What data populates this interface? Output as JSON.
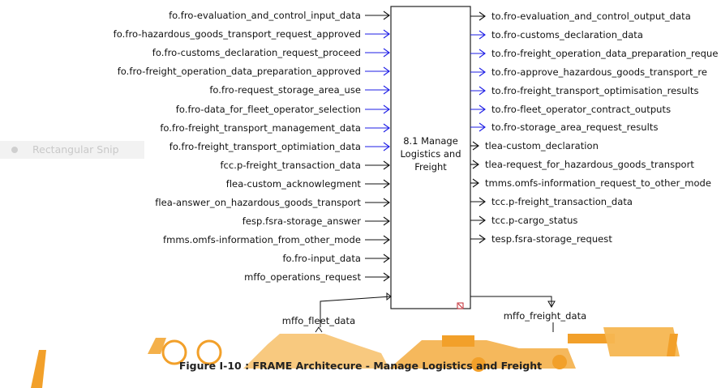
{
  "overlay": {
    "snip_label": "Rectangular Snip"
  },
  "process": {
    "label_lines": [
      "8.1 Manage",
      "Logistics and",
      "Freight"
    ]
  },
  "inputs": [
    {
      "label": "fo.fro-evaluation_and_control_input_data",
      "color": "black"
    },
    {
      "label": "fo.fro-hazardous_goods_transport_request_approved",
      "color": "blue"
    },
    {
      "label": "fo.fro-customs_declaration_request_proceed",
      "color": "blue"
    },
    {
      "label": "fo.fro-freight_operation_data_preparation_approved",
      "color": "blue"
    },
    {
      "label": "fo.fro-request_storage_area_use",
      "color": "blue"
    },
    {
      "label": "fo.fro-data_for_fleet_operator_selection",
      "color": "blue"
    },
    {
      "label": "fo.fro-freight_transport_management_data",
      "color": "blue"
    },
    {
      "label": "fo.fro-freight_transport_optimiation_data",
      "color": "blue"
    },
    {
      "label": "fcc.p-freight_transaction_data",
      "color": "black"
    },
    {
      "label": "flea-custom_acknowlegment",
      "color": "black"
    },
    {
      "label": "flea-answer_on_hazardous_goods_transport",
      "color": "black"
    },
    {
      "label": "fesp.fsra-storage_answer",
      "color": "black"
    },
    {
      "label": "fmms.omfs-information_from_other_mode",
      "color": "black"
    },
    {
      "label": "fo.fro-input_data",
      "color": "black"
    },
    {
      "label": "mffo_operations_request",
      "color": "black"
    }
  ],
  "outputs": [
    {
      "label": "to.fro-evaluation_and_control_output_data",
      "color": "black"
    },
    {
      "label": "to.fro-customs_declaration_data",
      "color": "blue"
    },
    {
      "label": "to.fro-freight_operation_data_preparation_reque",
      "color": "blue"
    },
    {
      "label": "to.fro-approve_hazardous_goods_transport_re",
      "color": "blue"
    },
    {
      "label": "to.fro-freight_transport_optimisation_results",
      "color": "blue"
    },
    {
      "label": "to.fro-fleet_operator_contract_outputs",
      "color": "blue"
    },
    {
      "label": "to.fro-storage_area_request_results",
      "color": "blue"
    },
    {
      "label": "tlea-custom_declaration",
      "color": "black"
    },
    {
      "label": "tlea-request_for_hazardous_goods_transport",
      "color": "black"
    },
    {
      "label": "tmms.omfs-information_request_to_other_mode",
      "color": "black"
    },
    {
      "label": "tcc.p-freight_transaction_data",
      "color": "black"
    },
    {
      "label": "tcc.p-cargo_status",
      "color": "black"
    },
    {
      "label": "tesp.fsra-storage_request",
      "color": "black"
    }
  ],
  "bottom_flows": {
    "fleet": "mffo_fleet_data",
    "freight": "mffo_freight_data"
  },
  "caption": "Figure I-10 : FRAME Architecure - Manage Logistics and Freight",
  "colors": {
    "blue": "#1e1ee6",
    "black": "#111111",
    "accent_orange": "#f2a02a",
    "box_stroke": "#222222"
  }
}
